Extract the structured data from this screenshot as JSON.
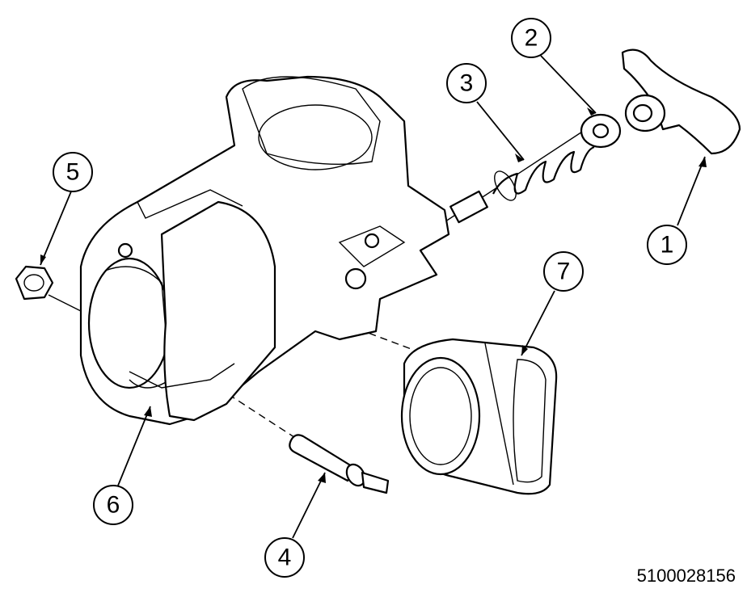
{
  "diagram": {
    "callouts": [
      {
        "id": "1",
        "label": "1",
        "part": "knob"
      },
      {
        "id": "2",
        "label": "2",
        "part": "washer"
      },
      {
        "id": "3",
        "label": "3",
        "part": "spring"
      },
      {
        "id": "4",
        "label": "4",
        "part": "pin"
      },
      {
        "id": "5",
        "label": "5",
        "part": "nut"
      },
      {
        "id": "6",
        "label": "6",
        "part": "housing"
      },
      {
        "id": "7",
        "label": "7",
        "part": "sleeve"
      }
    ],
    "part_number": "5100028156"
  }
}
